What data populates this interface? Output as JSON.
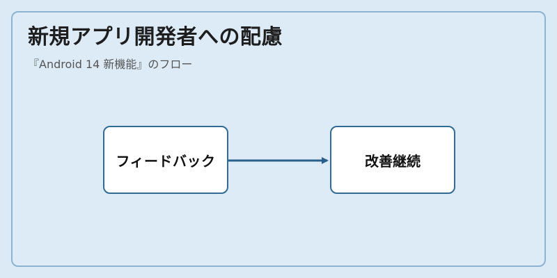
{
  "diagram": {
    "title": "新規アプリ開発者への配慮",
    "subtitle": "『Android 14 新機能』のフロー",
    "nodes": [
      {
        "id": "feedback",
        "label": "フィードバック"
      },
      {
        "id": "improve",
        "label": "改善継続"
      }
    ],
    "edges": [
      {
        "from": "feedback",
        "to": "improve"
      }
    ],
    "colors": {
      "background": "#dbeaf5",
      "panel_border": "#8cb4d2",
      "node_border": "#2f6b95",
      "arrow": "#285f8c"
    }
  }
}
